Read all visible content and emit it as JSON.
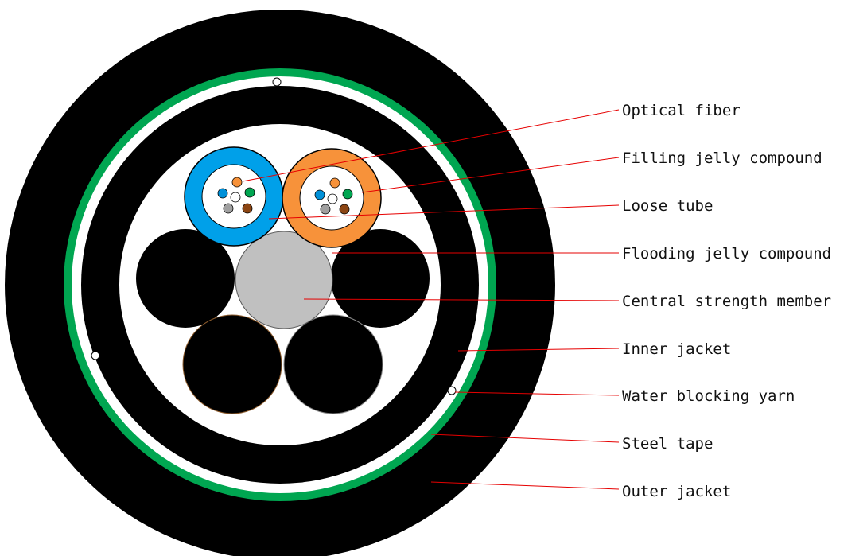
{
  "diagram": {
    "labels": [
      "Optical fiber",
      "Filling jelly compound",
      "Loose tube",
      "Flooding jelly compound",
      "Central strength member",
      "Inner jacket",
      "Water blocking yarn",
      "Steel tape",
      "Outer jacket"
    ]
  },
  "colors": {
    "jacket": "#000000",
    "steel_tape": "#00a651",
    "tube_blue": "#00a0e9",
    "tube_orange": "#f7923a",
    "central_member": "#c0c0c0",
    "leader_line": "#e60000",
    "fiber_orange": "#f7923a",
    "fiber_green": "#00a651",
    "fiber_blue": "#0090d8",
    "fiber_brown": "#8b4513",
    "fiber_gray": "#a0a0a0",
    "fiber_white": "#ffffff"
  }
}
